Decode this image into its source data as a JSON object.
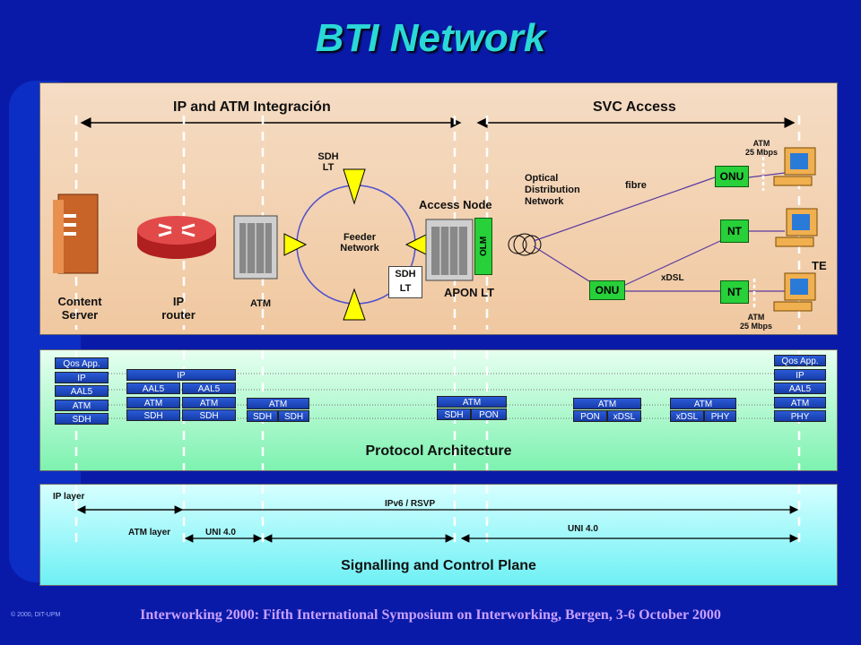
{
  "title": "BTI Network",
  "top_panel": {
    "left_span": "IP and ATM Integración",
    "right_span": "SVC Access",
    "content_server": "Content\nServer",
    "ip_router": "IP\nrouter",
    "atm": "ATM",
    "sdh_lt_top": "SDH\nLT",
    "sdh_lt_bottom": "SDH\nLT",
    "feeder_network": "Feeder\nNetwork",
    "access_node": "Access Node",
    "olm": "OLM",
    "apon_lt": "APON LT",
    "optical_distribution": "Optical\nDistribution\nNetwork",
    "fibre": "fibre",
    "onu_top": "ONU",
    "onu_bottom": "ONU",
    "nt_top": "NT",
    "nt_bottom": "NT",
    "xdsl": "xDSL",
    "te": "TE",
    "atm_25_top": "ATM\n25 Mbps",
    "atm_25_bottom": "ATM\n25 Mbps"
  },
  "protocol": {
    "title": "Protocol Architecture",
    "stack_left": [
      "Qos App.",
      "IP",
      "AAL5",
      "ATM",
      "SDH"
    ],
    "router_ip": "IP",
    "router_left": [
      "AAL5",
      "ATM",
      "SDH"
    ],
    "router_right": [
      "AAL5",
      "ATM",
      "SDH"
    ],
    "atm_switch": {
      "top": "ATM",
      "left": "SDH",
      "right": "SDH"
    },
    "apon": {
      "top": "ATM",
      "left": "SDH",
      "right": "PON"
    },
    "onu": {
      "top": "ATM",
      "left": "PON",
      "right": "xDSL"
    },
    "nt": {
      "top": "ATM",
      "left": "xDSL",
      "right": "PHY"
    },
    "stack_right": [
      "Qos App.",
      "IP",
      "AAL5",
      "ATM",
      "PHY"
    ]
  },
  "signalling": {
    "title": "Signalling and Control Plane",
    "ip_layer": "IP layer",
    "ipv6": "IPv6 / RSVP",
    "atm_layer": "ATM layer",
    "uni_left": "UNI 4.0",
    "uni_right": "UNI 4.0"
  },
  "footer": "Interworking 2000:  Fifth International Symposium on Interworking, Bergen, 3-6 October 2000",
  "copyright": "© 2000, DIT-UPM"
}
